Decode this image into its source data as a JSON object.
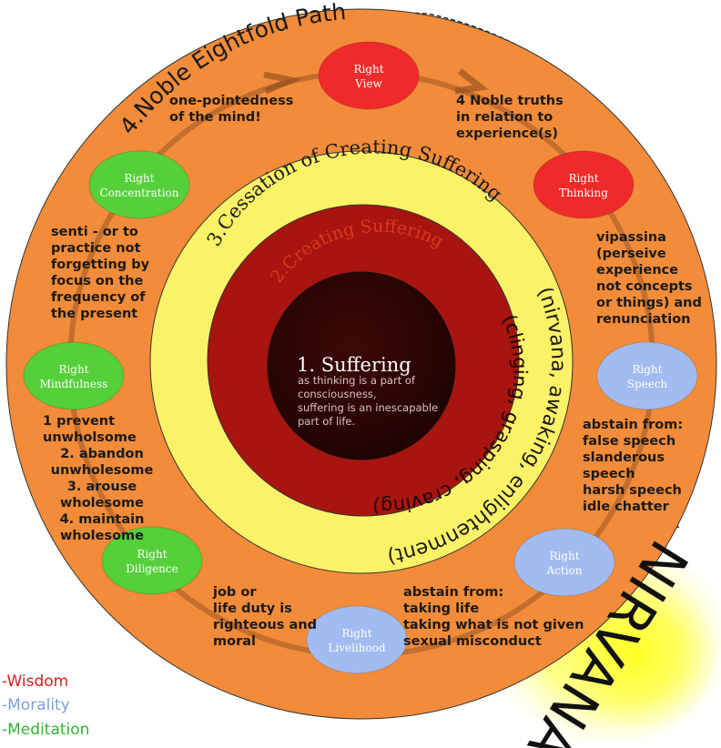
{
  "title_path": "4.Noble Eightfold Path",
  "ring3_title": "3.Cessation of Creating Suffering",
  "ring3_sub": "(nirvana, awaking, enlightenment)",
  "ring2_title": "2.Creating Suffering",
  "ring2_sub": "(clinging, grasping, craving)",
  "core_title": "1. Suffering",
  "core_desc": [
    "as thinking is a part of",
    "consciousness,",
    "suffering is an inescapable",
    "part of life."
  ],
  "nirvana": "NIRVANA",
  "spokes": [
    {
      "l1": "Right",
      "l2": "View",
      "category": "wisdom"
    },
    {
      "l1": "Right",
      "l2": "Thinking",
      "category": "wisdom"
    },
    {
      "l1": "Right",
      "l2": "Speech",
      "category": "morality"
    },
    {
      "l1": "Right",
      "l2": "Action",
      "category": "morality"
    },
    {
      "l1": "Right",
      "l2": "Livelihood",
      "category": "morality"
    },
    {
      "l1": "Right",
      "l2": "Diligence",
      "category": "meditation"
    },
    {
      "l1": "Right",
      "l2": "Mindfulness",
      "category": "meditation"
    },
    {
      "l1": "Right",
      "l2": "Concentration",
      "category": "meditation"
    }
  ],
  "notes": {
    "view": [
      "4 Noble truths",
      "in relation to",
      "experience(s)"
    ],
    "concentration": [
      "one-pointedness",
      "of the mind!"
    ],
    "thinking": [
      "vipassina",
      "(perseive",
      "experience",
      "not concepts",
      "or things) and",
      "renunciation"
    ],
    "mindfulness": [
      "senti - or to",
      "practice not",
      "forgetting by",
      "focus on the",
      "frequency of",
      "the present"
    ],
    "speech": [
      "abstain from:",
      "false speech",
      "slanderous",
      "speech",
      "harsh speech",
      "idle chatter"
    ],
    "diligence": [
      "1 prevent",
      "unwholsome",
      "2. abandon",
      "unwholesome",
      "3. arouse",
      "wholesome",
      "4. maintain",
      "wholesome"
    ],
    "action": [
      "abstain from:",
      "taking life",
      "taking what is not given",
      "sexual misconduct"
    ],
    "livelihood": [
      "job or",
      "life duty is",
      "righteous and",
      "moral"
    ]
  },
  "legend": [
    {
      "label": "-Wisdom",
      "color": "#d42020"
    },
    {
      "label": "-Morality",
      "color": "#7f9fd8"
    },
    {
      "label": "-Meditation",
      "color": "#35b235"
    }
  ],
  "colors": {
    "outer_ring": "#f28c3a",
    "yellow_ring": "#fcf267",
    "red_ring": "#a8140f",
    "core": "#2e0504",
    "wisdom": "#ee2a2a",
    "morality": "#a2bbf0",
    "meditation": "#55cf3a",
    "glow": "#ffff33"
  }
}
